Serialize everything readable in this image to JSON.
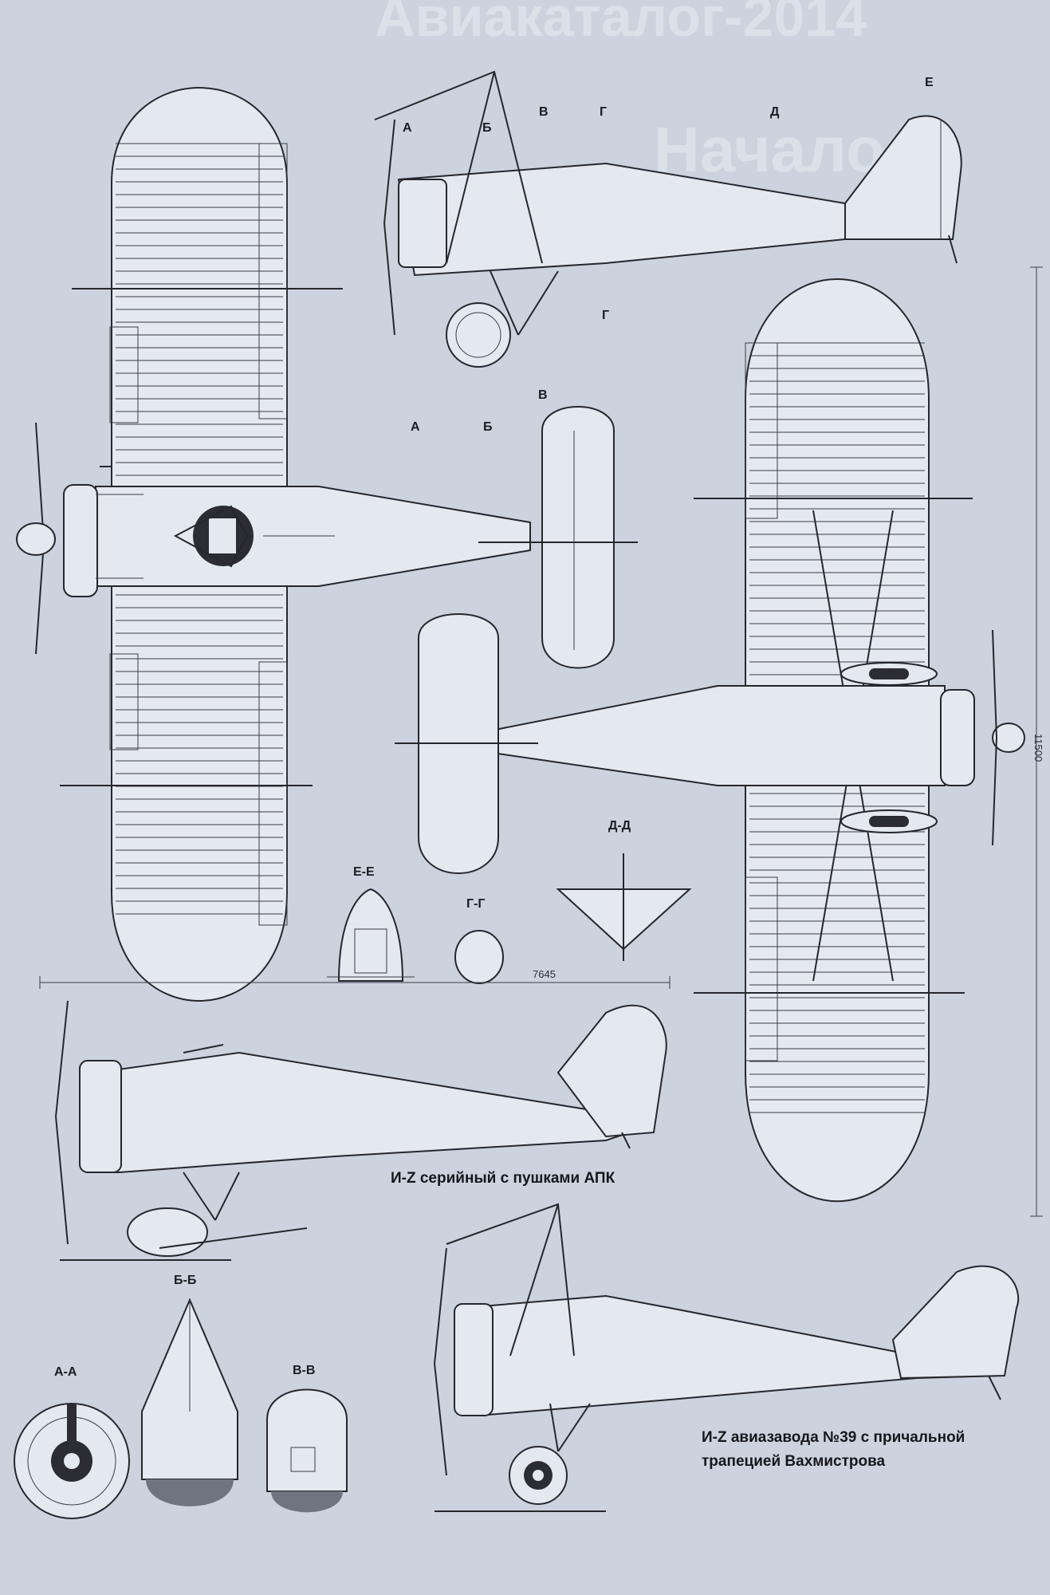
{
  "header": {
    "faded_title": "Авиакаталог-2014",
    "faded_subtitle": "Начало"
  },
  "section_marks": {
    "a": "А",
    "b": "Б",
    "v": "В",
    "g": "Г",
    "d": "Д",
    "e": "Е"
  },
  "section_labels": {
    "aa": "А-А",
    "bb": "Б-Б",
    "vv": "В-В",
    "gg": "Г-Г",
    "dd": "Д-Д",
    "ee": "Е-Е"
  },
  "dimensions": {
    "length": "7645",
    "span": "11500"
  },
  "captions": {
    "serial": "И-Z серийный с пушками АПК",
    "factory_line1": "И-Z авиазавода №39 с причальной",
    "factory_line2": "трапецией Вахмистрова"
  },
  "colors": {
    "background": "#ccd3de",
    "ink": "#25272d",
    "panel": "#e4e8ef"
  }
}
